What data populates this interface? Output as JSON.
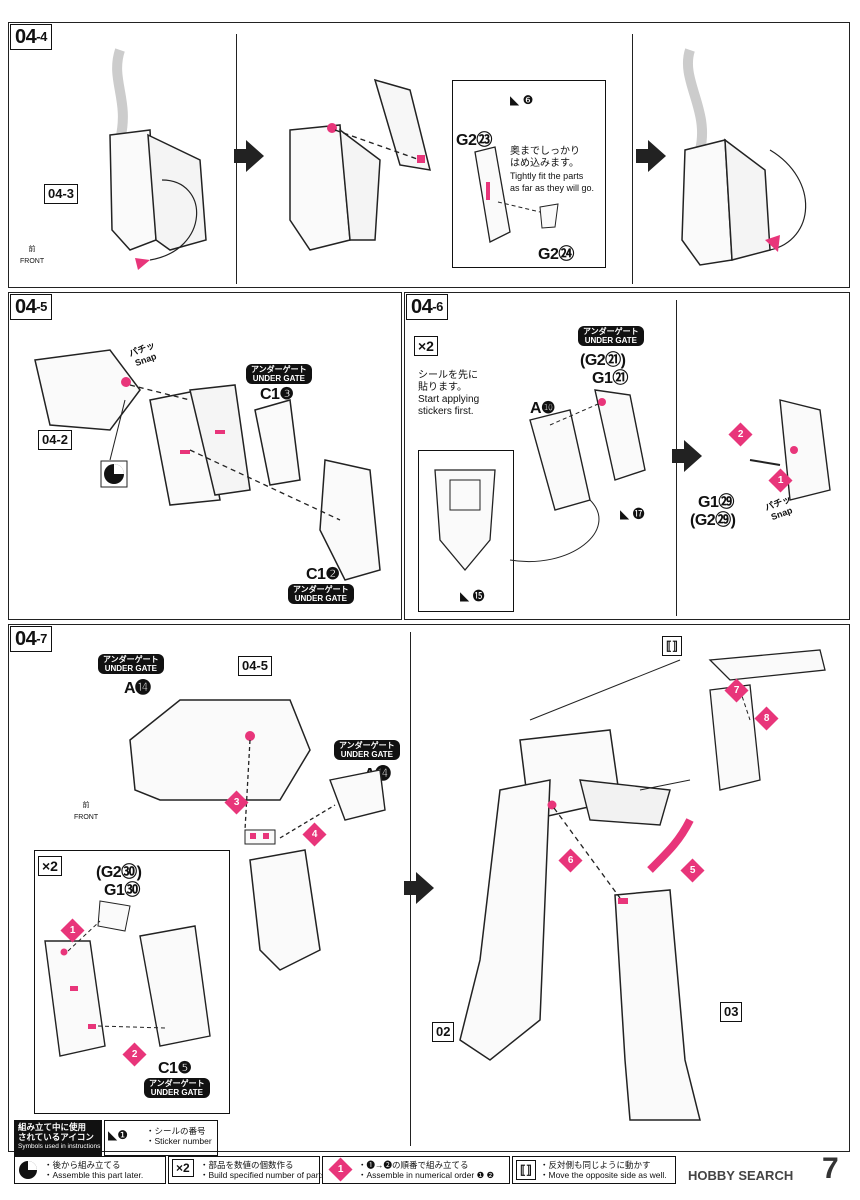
{
  "steps": {
    "s44": {
      "label_main": "04",
      "label_sub": "-4"
    },
    "s45": {
      "label_main": "04",
      "label_sub": "-5"
    },
    "s46": {
      "label_main": "04",
      "label_sub": "-6"
    },
    "s47": {
      "label_main": "04",
      "label_sub": "-7"
    }
  },
  "step44": {
    "ref": "04-3",
    "front_jp": "前",
    "front_en": "FRONT",
    "sticker_num": "❻",
    "g2_top": "G2㉓",
    "g2_bottom": "G2㉔",
    "tip_jp_1": "奥までしっかり",
    "tip_jp_2": "はめ込みます。",
    "tip_en_1": "Tightly fit the parts",
    "tip_en_2": "as far as they will go."
  },
  "step45": {
    "snap_jp": "パチッ",
    "snap_en": "Snap",
    "gate_jp": "アンダーゲート",
    "gate_en": "UNDER GATE",
    "c13": "C1❸",
    "c12": "C1❷",
    "ref": "04-2"
  },
  "step46": {
    "x2": "×2",
    "instr_jp_1": "シールを先に",
    "instr_jp_2": "貼ります。",
    "instr_en_1": "Start applying",
    "instr_en_2": "stickers first.",
    "gate_jp": "アンダーゲート",
    "gate_en": "UNDER GATE",
    "g221": "(G2㉑)",
    "g121": "G1㉑",
    "a10": "A❿",
    "sticker17": "⓱",
    "sticker15": "⓯",
    "g129": "G1㉙",
    "g229": "(G2㉙)",
    "snap_jp": "パチッ",
    "snap_en": "Snap",
    "num1": "1",
    "num2": "2"
  },
  "step47": {
    "gate_jp": "アンダーゲート",
    "gate_en": "UNDER GATE",
    "a14_left": "A⓮",
    "ref_45": "04-5",
    "a14_right": "A⓮",
    "front_jp": "前",
    "front_en": "FRONT",
    "x2": "×2",
    "g230": "(G2㉚)",
    "g130": "G1㉚",
    "c15": "C1❺",
    "ref_02": "02",
    "ref_03": "03",
    "n1": "1",
    "n2": "2",
    "n3": "3",
    "n4": "4",
    "n5": "5",
    "n6": "6",
    "n7": "7",
    "n8": "8"
  },
  "legend": {
    "title_jp_1": "組み立て中に使用",
    "title_jp_2": "されているアイコン",
    "title_en": "Symbols used in instructions",
    "sticker_jp": "・シールの番号",
    "sticker_en": "・Sticker number",
    "later_jp": "・後から組み立てる",
    "later_en": "・Assemble this part later.",
    "x2_icon": "×2",
    "x2_jp": "・部品を数値の個数作る",
    "x2_en": "・Build specified number of parts.",
    "order_icon": "1",
    "order_jp": "・❶→❷の順番で組み立てる",
    "order_en": "・Assemble in numerical order ❶ ❷",
    "opposite_jp": "・反対側も同じように動かす",
    "opposite_en": "・Move the opposite side as well."
  },
  "footer": {
    "watermark": "HOBBY SEARCH",
    "page": "7"
  },
  "colors": {
    "accent": "#e8357a",
    "ink": "#111111"
  }
}
